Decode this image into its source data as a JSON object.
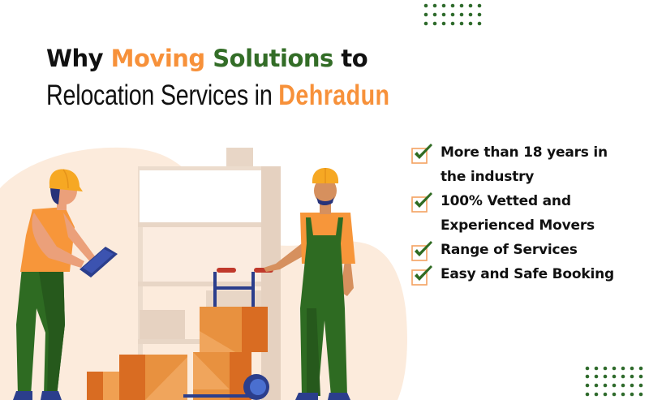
{
  "headline": {
    "line1": {
      "part1": "Why ",
      "part2": "Moving",
      "part3": " ",
      "part4": "Solutions",
      "part5": " to"
    },
    "line2": {
      "part1": "Relocation Services in ",
      "part2": "Dehradun"
    }
  },
  "features": [
    {
      "icon": "checkbox-check-icon",
      "text": "More than 18 years in",
      "text2": "the industry"
    },
    {
      "icon": "checkbox-check-icon",
      "text": "100% Vetted and",
      "text2": "Experienced Movers"
    },
    {
      "icon": "checkbox-check-icon",
      "text": "Range of Services"
    },
    {
      "icon": "checkbox-check-icon",
      "text": "Easy and Safe Booking"
    }
  ],
  "colors": {
    "orange": "#f7913a",
    "green": "#336d27",
    "text": "#111111",
    "blob": "#fcebdc",
    "shelf": "#e8d6c6",
    "box": "#e8913f",
    "box_dark": "#d96c22",
    "trolley": "#2b3e8c",
    "checkbox_border": "#f4a261",
    "check": "#2f6b22",
    "dots": "#2f6b2c"
  },
  "illustration": {
    "description": "Two movers with hard hats; one holding a clipboard, one with a hand truck stacked with cardboard boxes, in front of a shelving unit"
  }
}
